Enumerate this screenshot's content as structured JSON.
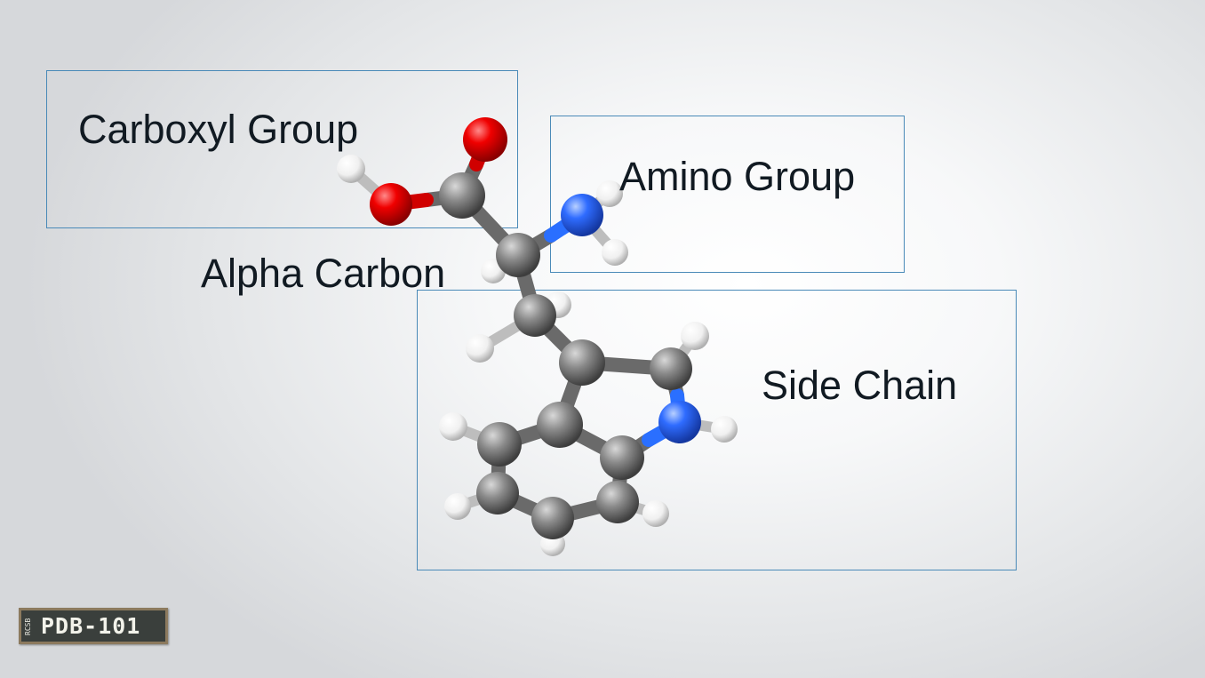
{
  "labels": {
    "carboxyl": "Carboxyl Group",
    "amino": "Amino Group",
    "alpha": "Alpha Carbon",
    "side_chain": "Side Chain"
  },
  "badge": {
    "small": "RCSB",
    "main": "PDB-101"
  },
  "colors": {
    "carbon": "#6b6b6b",
    "oxygen": "#e00000",
    "nitrogen": "#2a6fff",
    "hydrogen": "#f2f2f2",
    "box_border": "#4a8ab8"
  }
}
